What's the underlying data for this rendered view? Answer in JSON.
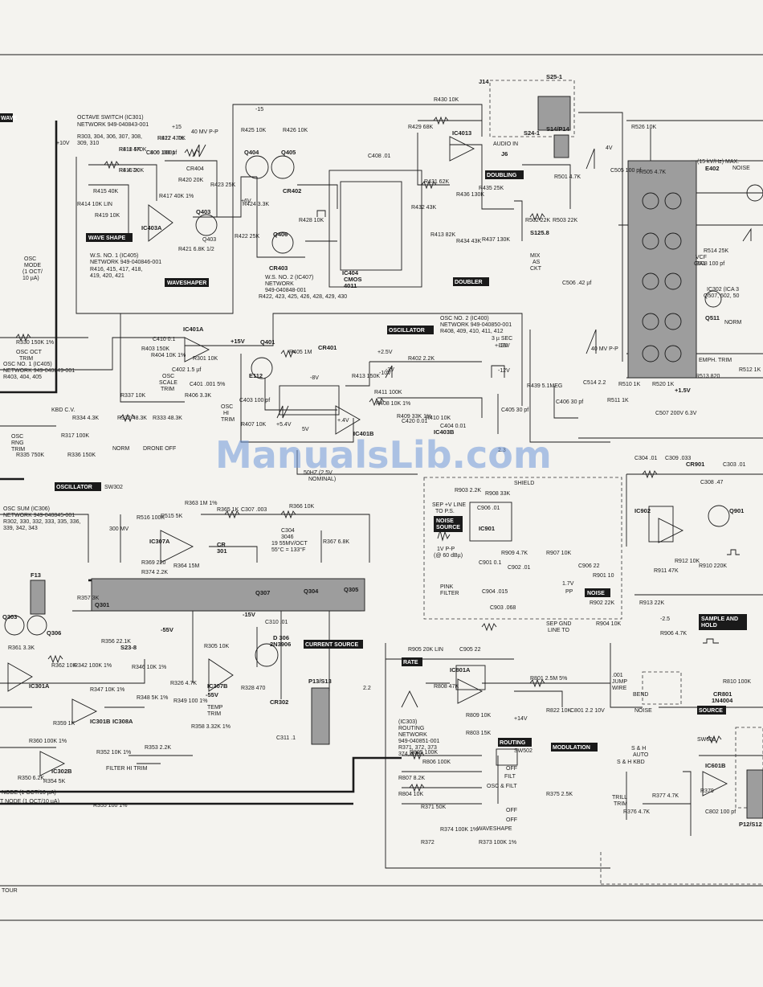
{
  "section_tags": {
    "wave": "WAVE",
    "wave_shape": "WAVE SHAPE",
    "waveshaper": "WAVESHAPER",
    "doubling": "DOUBLING",
    "doubler": "DOUBLER",
    "oscillator_top": "OSCILLATOR",
    "oscillator_left": "OSCILLATOR",
    "current_source": "CURRENT SOURCE",
    "noise_source": "NOISE\nSOURCE",
    "noise": "NOISE",
    "sample_and_hold": "SAMPLE AND\nHOLD",
    "rate": "RATE",
    "routing": "ROUTING",
    "modulation": "MODULATION",
    "source": "SOURCE"
  },
  "notes": {
    "octave_switch": "OCTAVE SWITCH (IC301)",
    "octave_network": "NETWORK 949-040843-001",
    "octave_resistors": "R303, 304, 306, 307, 308,",
    "octave_resistors2": "309, 310",
    "ws_no1": "W.S. NO. 1 (IC405)",
    "ws_no1_net": "NETWORK 949-040846-001",
    "ws_no1_res": "R416, 415, 417, 418,",
    "ws_no1_res2": "419, 420, 421",
    "ws_no2": "W.S. NO. 2 (IC407)",
    "ws_no2_net": "NETWORK",
    "ws_no2_net2": "949-040848-001",
    "ws_no2_res": "R422, 423, 425, 426, 428, 429, 430",
    "osc_no1": "OSC NO. 1 (IC405)",
    "osc_no1_net": "NETWORK 949-040849-001",
    "osc_no1_res": "R403, 404, 405",
    "osc_no2": "OSC NO. 2 (IC400)",
    "osc_no2_net": "NETWORK 949-040850-001",
    "osc_no2_res": "R408, 409, 410, 411, 412",
    "osc_sum": "OSC SUM (IC306)",
    "osc_sum_net": "NETWORK 949-040845-001",
    "osc_sum_res": "R302, 330, 332, 333, 335, 336,",
    "osc_sum_res2": "339, 342, 343",
    "routing_net": "(IC303)",
    "routing_net2": "ROUTING",
    "routing_net3": "NETWORK",
    "routing_net4": "949-040851-001",
    "routing_net5": "R371, 372, 373",
    "routing_net6": "374, 375",
    "c304": "C304",
    "c304_val": "3046",
    "c304_spec": "19 55MV/OCT",
    "c304_temp": "55°C = 133°F",
    "nominal": "50HZ (2.5V",
    "nominal2": "NOMINAL)",
    "shield": "SHIELD",
    "pink": "PINK",
    "pink2": "FILTER",
    "sep_gnd": "SEP GND",
    "sep_gnd2": "LINE TO",
    "sep_line": "SEP +V LINE",
    "sep_line2": "TO P.S.",
    "filter_trim": "FILTER HI TRIM",
    "temp_trim": "TEMP",
    "temp_trim2": "TRIM",
    "osc_oct_trim": "OSC OCT",
    "osc_oct_trim2": "TRIM",
    "osc_rng": "OSC",
    "osc_rng2": "RNG",
    "osc_rng3": "TRIM",
    "osc_scale": "OSC",
    "osc_scale2": "SCALE",
    "osc_scale3": "TRIM",
    "osc_hi": "OSC",
    "osc_hi2": "HI",
    "osc_hi3": "TRIM",
    "norm": "NORM",
    "drone_off": "DRONE  OFF",
    "kbd_cv": "KBD C.V.",
    "audio_in": "AUDIO IN",
    "mix": "MIX",
    "mix2": "AS",
    "mix3": "CKT",
    "bend": "BEND",
    "noise_sw": "NOISE",
    "sh_auto": "S & H",
    "sh_auto2": "AUTO",
    "sh_kbd": "S & H KBD",
    "trill_trim": "TRILL",
    "trill_trim2": "TRIM",
    "jump_wire": ".001",
    "jump_wire2": "JUMP",
    "jump_wire3": "WIRE",
    "osc_filt": "OSC & FILT",
    "filt": "FILT",
    "off1": "OFF",
    "off2": "OFF",
    "off3": "OFF",
    "waveshape_sw": "WAVESHAPE",
    "emph_trim": "EMPH. TRIM",
    "vcf_bal": "VCF",
    "vcf_bal2": "BAL",
    "noise_max": "(15 kV/Hz) MAX.",
    "noise_max2": "NOISE",
    "ic302": "IC302 (ICA 3",
    "q507": "Q507, 502, 50",
    "norm_r": "NORM",
    "mode_1": "NODE (1 OCT/10 µA)",
    "mode_2": "T NODE (1 OCT/10 µA)",
    "osc_mode": "OSC",
    "osc_mode2": "MODE",
    "osc_mode3": "(1 OCT/",
    "osc_mode4": "10 µA)",
    "sw302": "SW302",
    "sw601": "SW601",
    "sw502": "SW502",
    "ic4013": "IC4013",
    "ic404": "IC404",
    "ic404b": "CMOS",
    "ic404c": "4011",
    "ic403a": "IC403A",
    "ic401a": "IC401A",
    "ic401b": "IC401B",
    "ic403b": "IC403B",
    "ic307a": "IC307A",
    "ic307b": "IC307B",
    "ic301a": "IC301A",
    "ic301b": "IC301B",
    "ic302b": "IC302B",
    "ic308a": "IC308A",
    "ic801a": "IC801A",
    "ic601b": "IC601B",
    "ic902": "IC902",
    "ic901": "IC901",
    "q401": "Q401",
    "q403": "Q403",
    "q404": "Q404",
    "q405": "Q405",
    "q406": "Q406",
    "q301": "Q301",
    "q303": "Q303",
    "q304": "Q304",
    "q305": "Q305",
    "q306": "Q306",
    "q307": "Q307",
    "q901": "Q901",
    "q511": "Q511",
    "d306": "D 306",
    "d306b": "2N3906",
    "e112": "E112",
    "e402": "E402",
    "cr401": "CR401",
    "cr402": "CR402",
    "cr403": "CR403",
    "cr901": "CR901",
    "cr301": "CR",
    "cr301b": "301",
    "cr302": "CR302",
    "cr801": "CR801",
    "cr801b": "1N4004",
    "s125": "S125.8",
    "s14": "S14/P14",
    "s24": "S24-1",
    "s25": "S25-1",
    "p13": "P13/S13",
    "p12": "P12/S12",
    "s23": "S23-8",
    "j14": "J14",
    "j6": "J6",
    "f13": "F13"
  },
  "voltage_labels": {
    "v15_1": "+15",
    "v15_2": "-15",
    "v15v": "+15V",
    "v10v": "+10V",
    "v15vb": "-15V",
    "v55v": "-55V",
    "v55v2": "-55V",
    "v2_5v": "+2.5V",
    "v13v": "-13V",
    "v12v": "-12V",
    "v1_5v": "+1.5V",
    "v14v": "+14V",
    "v5_4v": "+5.4V",
    "v8v": "-8V",
    "v6v": "+6V",
    "v4v": "4V",
    "v3v": "-3V",
    "v40mv": "40 MV P-P",
    "v40mv2": "40 MV P-P",
    "v300mv": "300 MV",
    "v1_7v": "1.7V",
    "vpp": "PP",
    "v_1vpp": "1V P-P",
    "v_60db": "(@ 60 dBµ)",
    "v_sec": "3 µ SEC",
    "v_sec2": "+13V",
    "v0_4v": "+.4V",
    "v_10v": "-10V",
    "v2_3": "2.3",
    "v_5v": "5V",
    "v_2_5": "-2.5",
    "v_2_2": "2.2"
  },
  "components": [
    "R418 5K",
    "R416 20K",
    "C400 .0001",
    "R427 470K",
    "R420 20K",
    "CR404",
    "R423 25K",
    "R414 10K LIN",
    "R415 40K",
    "R419 10K",
    "R417 40K 1%",
    "R421 6.8K 1/2",
    "Q403",
    "R425 10K",
    "R426 10K",
    "R424 3.3K",
    "R422 25K",
    "R428 10K",
    "R429 68K",
    "R430 10K",
    "C408 .01",
    "R431 62K",
    "R436 130K",
    "R435 25K",
    "R432 43K",
    "R413 82K",
    "R434 43K",
    "R437 130K",
    "R502 22K",
    "R503 22K",
    "R501 4.7K",
    "C506 .42 µf",
    "C505 100 pf",
    "R330 150K 1%",
    "R334 4.3K",
    "R317 100K",
    "R335 750K",
    "R336 150K",
    "R332 48.3K",
    "R333 48.3K",
    "R337 10K",
    "R301 10K",
    "C401 .001 5%",
    "C402 1.5 µf",
    "R406 3.3K",
    "C410 0.1",
    "R403 150K",
    "R404 10K 1%",
    "R405 1M",
    "R413 150K",
    "C403 100 pf",
    "R407 10K",
    "R402 2.2K",
    "C420 0.01",
    "R411 100K",
    "R408 10K 1%",
    "R409 33K 1%",
    "R410 10K",
    "C404 0.01",
    "C405 30 pf",
    "R439 5.1MEG",
    "C406 30 pf",
    "C514 2.2",
    "R511 1K",
    "R510 1K",
    "C507 200V 6.3V",
    "R513 820",
    "R512 1K",
    "R526 10K",
    "R505 4.7K",
    "R520 1K",
    "C508 100 pf",
    "R514 25K",
    "R516 100K",
    "R515 5K",
    "R363 1M 1%",
    "R365 1K",
    "C307 .003",
    "R366 10K",
    "R367 6.8K",
    "R369 220",
    "R374 2.2K",
    "R364 15M",
    "C310 .01",
    "R305 10K",
    "R328 470",
    "R361 3.3K",
    "R362 10K",
    "R342 100K 1%",
    "R346 10K 1%",
    "R347 10K 1%",
    "R348 5K 1%",
    "R326 4.7K",
    "R349 100 1%",
    "R358 3.32K 1%",
    "R359 1K",
    "R360 100K 1%",
    "R350 6.2K",
    "R352 10K 1%",
    "R353 2.2K",
    "R354 5K",
    "R355 100 1%",
    "R356 22.1K",
    "R357 3K",
    "C311 .1",
    "C303 .01",
    "C304 .01",
    "C309 .033",
    "C308 .47",
    "R912 10K",
    "R911 47K",
    "R910 220K",
    "C906 .01",
    "R908 33K",
    "R909 4.7K",
    "R907 10K",
    "C902 .01",
    "C901 0.1",
    "R903 2.2K",
    "C904 .015",
    "C903 .068",
    "C906 22",
    "R901 10",
    "R902 22K",
    "R904 10K",
    "R913 22K",
    "R906 4.7K",
    "R905 20K LIN",
    "C905 22",
    "R808 47K",
    "R809 10K",
    "R801 2.5M 5%",
    "R822 10K",
    "C801 2.2 10V",
    "R803 15K",
    "R805 100K",
    "R806 100K",
    "R807 8.2K",
    "R804 10K",
    "R371 50K",
    "R372",
    "R373 100K 1%",
    "R374 100K 1%",
    "R375 2.5K",
    "R376 4.7K",
    "R377 4.7K",
    "R379",
    "C802 100 pf",
    "R810 100K",
    "R811 470K",
    "R8 4.7K",
    "C806 100 pf",
    "R812 4.7K"
  ],
  "footer": {
    "left_label": "TOUR"
  },
  "watermark": "ManualsLib.com",
  "colors": {
    "paper": "#f4f3ef",
    "ink": "#1a1a1a",
    "shade": "#9d9d9d",
    "watermark": "#6f97d8"
  }
}
